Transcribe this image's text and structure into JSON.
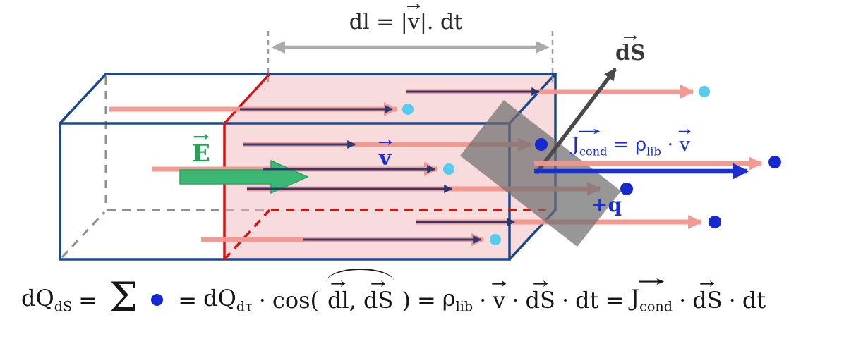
{
  "annotations": {
    "length": {
      "prefix": "dl = |",
      "v": "v",
      "suffix": "|. dt"
    },
    "field": {
      "E": "E"
    },
    "velocity": {
      "v": "v"
    },
    "surface": {
      "dS": "dS"
    },
    "current": {
      "J": "J",
      "J_sub": "cond",
      "eq": "=",
      "rho": "ρ",
      "rho_sub": "lib",
      "times": "·",
      "v": "v"
    },
    "charge": {
      "plus_q": "+q"
    }
  },
  "formula": {
    "dQ": "dQ",
    "dQ_sub": "dS",
    "eq1": "=",
    "sigma": "Σ",
    "eq2": "=",
    "dQ2": "dQ",
    "dQ2_sub": "dτ",
    "times1": "·",
    "cos_open": "cos(",
    "dl": "dl",
    "comma": ",",
    "dS": "dS",
    "cos_close": ")",
    "eq3": "=",
    "rho": "ρ",
    "rho_sub": "lib",
    "times2": "·",
    "v": "v",
    "times3": "·",
    "dS2": "dS",
    "times4": "·",
    "dt": "dt",
    "eq4": "=",
    "J": "J",
    "J_sub": "cond",
    "times5": "·",
    "dS3": "dS",
    "times6": "·",
    "dt2": "dt"
  },
  "colors": {
    "box_edge": "#1b4a8c",
    "hidden_edge": "#8f8f8f",
    "section_plane": "#d41414",
    "volume_fill": "#f2b8bd",
    "field_arrow": "#3cb874",
    "charge_flow_arrow": "#f2968f",
    "drift_arrow": "#2c3a72",
    "surface_element": "#6f6f6f",
    "normal_arrow": "#4a4a4a",
    "current_density_arrow": "#1b2fd0",
    "cyan_carrier_dot": "#56cdee",
    "blue_carrier_dot": "#1629cf",
    "annotation_gray": "#ababab",
    "text_blue": "#1b2fd0",
    "text_green": "#1fa655",
    "text_dark": "#2b2b2b"
  }
}
